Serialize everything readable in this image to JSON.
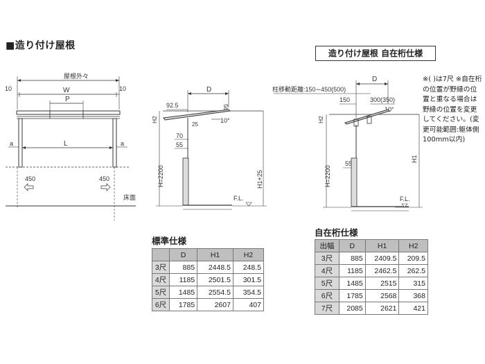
{
  "title": "■造り付け屋根",
  "box_title": "造り付け屋根 自在桁仕様",
  "drawing1": {
    "overall": "屋根外々",
    "w": "W",
    "left_margin": "10",
    "right_margin": "10",
    "p": "P",
    "a_left": "a",
    "a_right": "a",
    "l": "L",
    "left_450": "450",
    "right_450": "450",
    "floor": "床面"
  },
  "drawing2": {
    "d": "D",
    "dim_925": "92.5",
    "dim_58": "58",
    "h2": "H2",
    "dim_25": "25",
    "angle": "10°",
    "dim_70": "70",
    "dim_55": "55",
    "h_main": "H=2200",
    "h1": "H1+25",
    "fl": "F.L."
  },
  "drawing3": {
    "pillar_range": "柱移動距離:150∼450(500)",
    "d": "D",
    "dim_150": "150",
    "dim_300": "300(350)",
    "angle": "10°",
    "h2": "H2",
    "dim_55": "55",
    "h_main": "H=2200",
    "h1": "H1",
    "fl": "F.L."
  },
  "note": "※(  )は7尺 ※自在桁の位置が野縁の位置と重なる場合は野縁の位置を変更してください。(変更可能範囲:躯体側100mm以内)",
  "standard": {
    "title": "標準仕様",
    "headers": [
      "",
      "D",
      "H1",
      "H2"
    ],
    "rows": [
      [
        "3尺",
        "885",
        "2448.5",
        "248.5"
      ],
      [
        "4尺",
        "1185",
        "2501.5",
        "301.5"
      ],
      [
        "5尺",
        "1485",
        "2554.5",
        "354.5"
      ],
      [
        "6尺",
        "1785",
        "2607",
        "407"
      ]
    ]
  },
  "jizai": {
    "title": "自在桁仕様",
    "headers": [
      "出幅",
      "D",
      "H1",
      "H2"
    ],
    "rows": [
      [
        "3尺",
        "885",
        "2409.5",
        "209.5"
      ],
      [
        "4尺",
        "1185",
        "2462.5",
        "262.5"
      ],
      [
        "5尺",
        "1485",
        "2515",
        "315"
      ],
      [
        "6尺",
        "1785",
        "2568",
        "368"
      ],
      [
        "7尺",
        "2085",
        "2621",
        "421"
      ]
    ]
  }
}
